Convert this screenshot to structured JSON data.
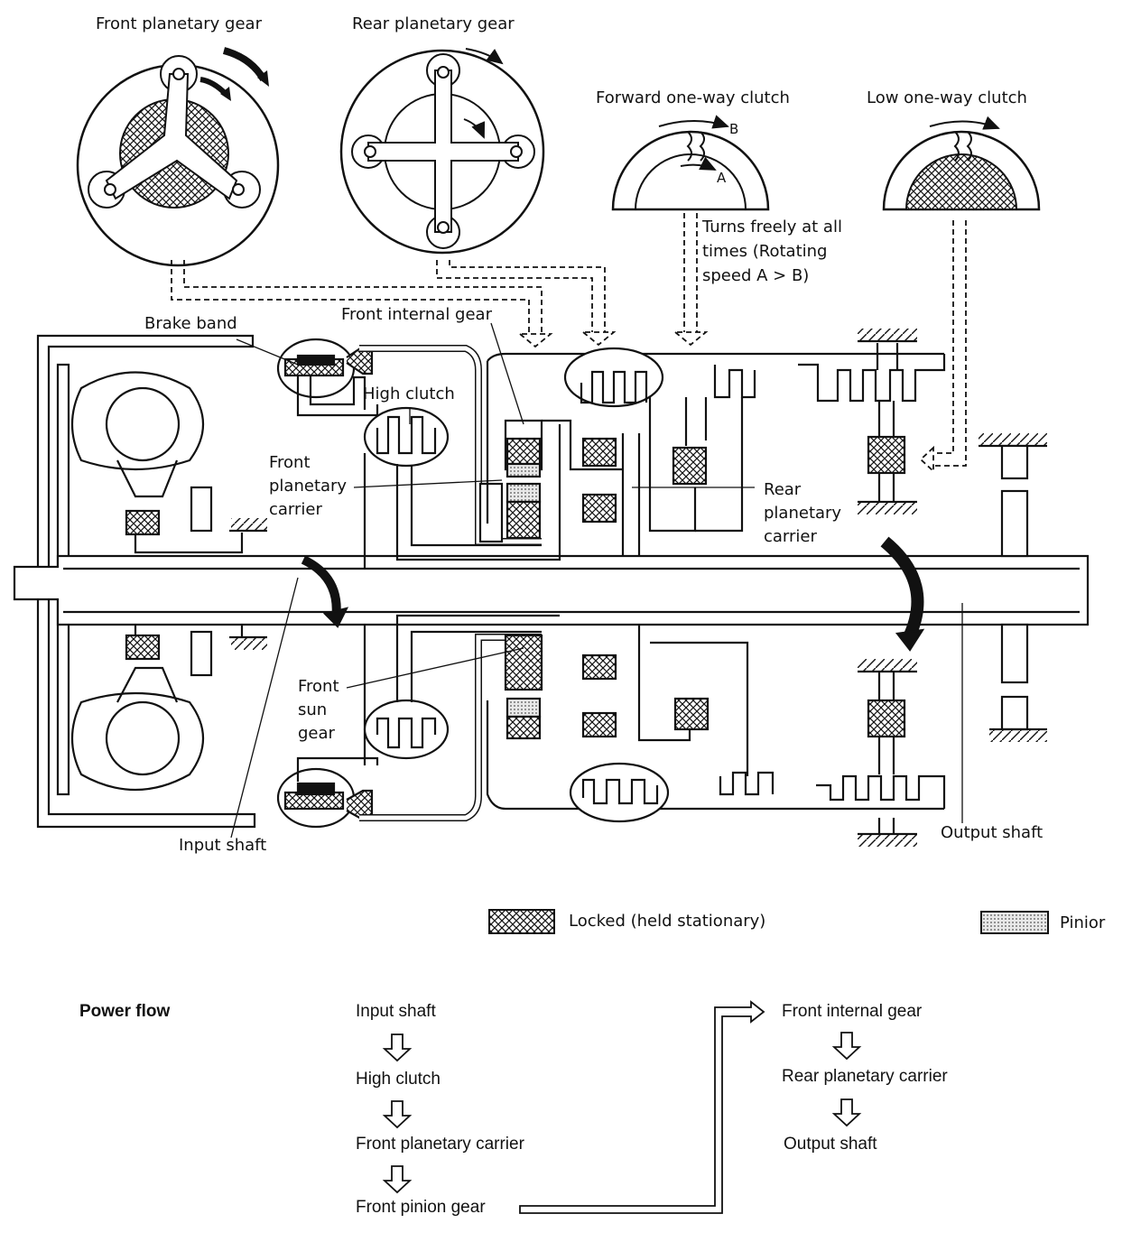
{
  "labels": {
    "front_planetary_gear": "Front planetary gear",
    "rear_planetary_gear": "Rear planetary gear",
    "forward_one_way_clutch": "Forward one-way clutch",
    "low_one_way_clutch": "Low one-way clutch",
    "marker_b": "B",
    "marker_a": "A",
    "turns_freely": "Turns freely at all\ntimes (Rotating\nspeed A > B)",
    "brake_band": "Brake band",
    "front_internal_gear": "Front internal gear",
    "high_clutch": "High clutch",
    "front_planetary_carrier": "Front\nplanetary\ncarrier",
    "rear_planetary_carrier": "Rear\nplanetary\ncarrier",
    "front_sun_gear": "Front\nsun\ngear",
    "input_shaft": "Input shaft",
    "output_shaft": "Output shaft"
  },
  "legend": {
    "locked": "Locked (held stationary)",
    "pinion": "Pinior"
  },
  "power_flow": {
    "title": "Power flow",
    "left_column": [
      "Input shaft",
      "High clutch",
      "Front planetary carrier",
      "Front pinion gear"
    ],
    "right_column": [
      "Front internal gear",
      "Rear planetary carrier",
      "Output shaft"
    ]
  }
}
